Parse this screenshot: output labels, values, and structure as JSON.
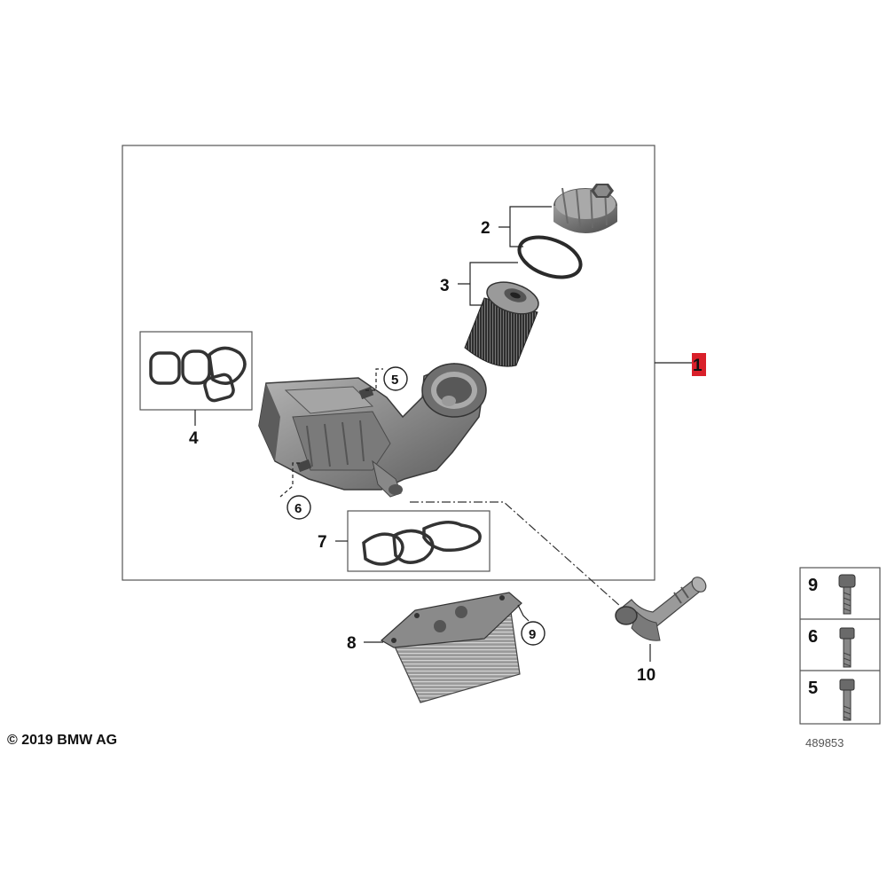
{
  "copyright": "© 2019 BMW AG",
  "diagram_id": "489853",
  "colors": {
    "highlight": "#d9202a",
    "line": "#222222",
    "part_dark": "#3a3a3a",
    "part_mid": "#8c8c8c",
    "part_light": "#c8c8c8"
  },
  "callouts": {
    "c1": "1",
    "c2": "2",
    "c3": "3",
    "c4": "4",
    "c5": "5",
    "c6": "6",
    "c7": "7",
    "c8": "8",
    "c9": "9",
    "c10": "10"
  },
  "legend": {
    "n9": "9",
    "n6": "6",
    "n5": "5"
  }
}
